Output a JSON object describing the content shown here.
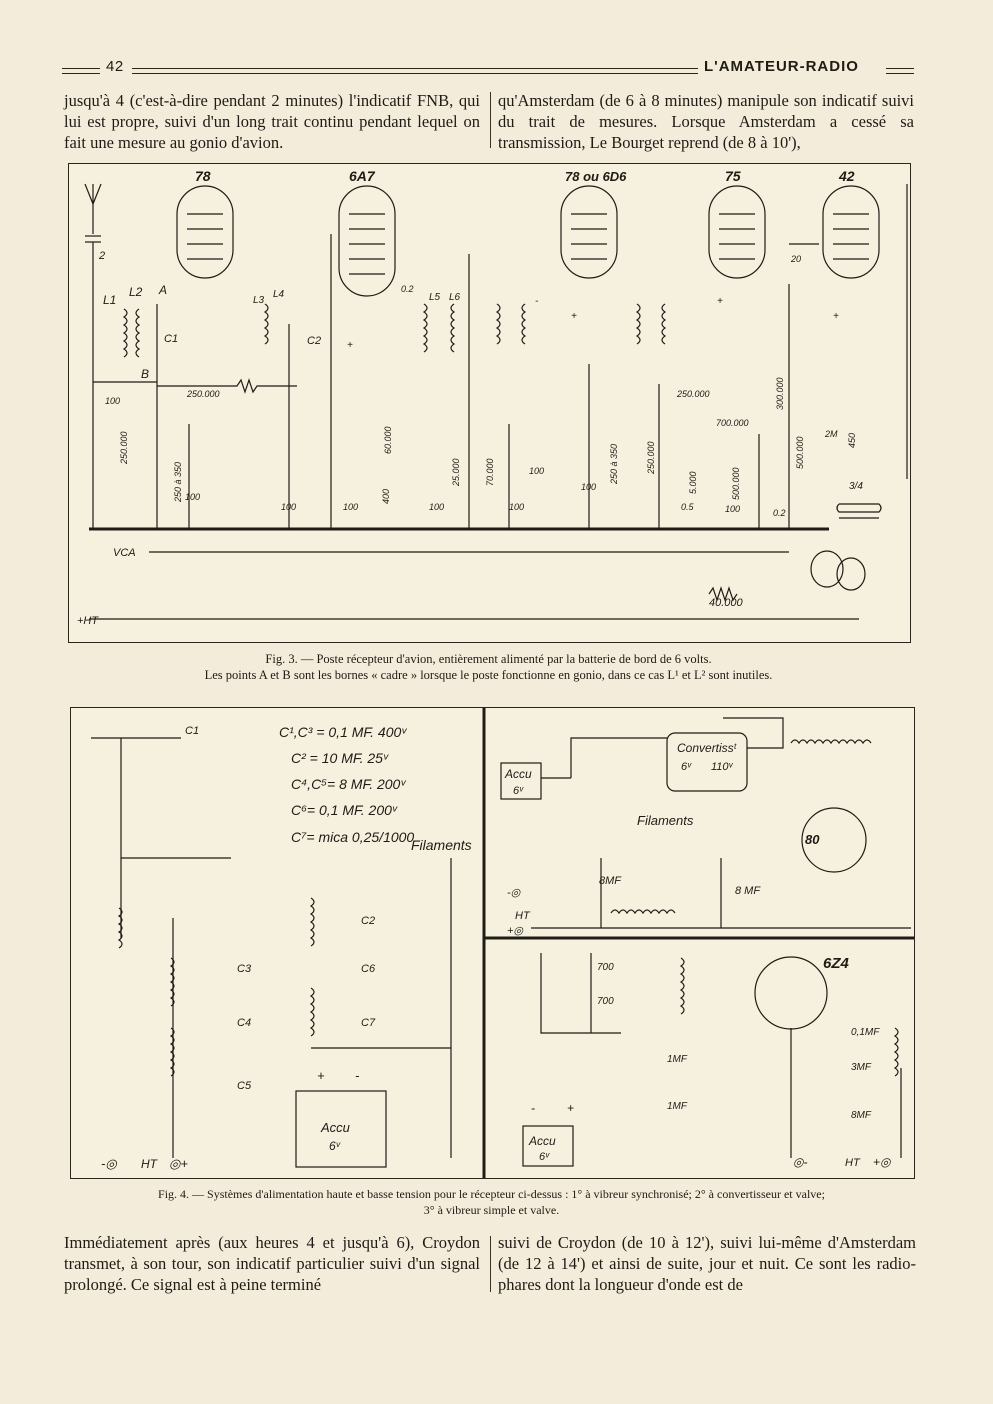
{
  "header": {
    "page_number": "42",
    "publication": "L'AMATEUR-RADIO"
  },
  "top_text": {
    "left": "jusqu'à 4 (c'est-à-dire pendant 2 minutes) l'indicatif FNB, qui lui est propre, suivi d'un long trait continu pendant lequel on fait une mesure au gonio d'avion.",
    "right": "qu'Amsterdam (de 6 à 8 minutes) manipule son indicatif suivi du trait de mesures. Lorsque Amsterdam a cessé sa transmission, Le Bourget reprend (de 8 à 10'),"
  },
  "fig3": {
    "tubes": [
      "78",
      "6A7",
      "78 ou 6D6",
      "75",
      "42"
    ],
    "labels": {
      "L1": "L1",
      "L2": "L2",
      "A": "A",
      "B": "B",
      "C1": "C1",
      "C2": "C2",
      "L3": "L3",
      "L4": "L4",
      "L5": "L5",
      "L6": "L6",
      "v2": "2",
      "v100a": "100",
      "v250000a": "250.000",
      "v250000b": "250.000",
      "v250a350": "250 à 350",
      "v100b": "100",
      "v100c": "100",
      "v60000": "60.000",
      "v400": "400",
      "v100d": "100",
      "v02": "0.2",
      "v25000": "25.000",
      "v100e": "100",
      "v70000": "70.000",
      "v100f": "100",
      "v100g": "100",
      "v250a350b": "250 à 350",
      "v100h": "100",
      "v250000c": "250.000",
      "v250000d": "250.000",
      "v5000": "5.000",
      "v05": "0.5",
      "v700000": "700.000",
      "v500000a": "500.000",
      "v100i": "100",
      "v02b": "0.2",
      "v20": "20",
      "v300000": "300.000",
      "v500000b": "500.000",
      "v2M": "2M",
      "v450": "450",
      "v34": "3/4",
      "VCA": "VCA",
      "HT": "+HT",
      "v40000": "40.000",
      "plus": "+",
      "minus": "-"
    },
    "caption_line1": "Fig. 3. — Poste récepteur d'avion, entièrement alimenté par la batterie de bord de 6 volts.",
    "caption_line2": "Les points A et B sont les bornes « cadre » lorsque le poste fonctionne en gonio, dans ce cas L¹ et L² sont inutiles."
  },
  "fig4": {
    "left": {
      "specs": [
        "C¹,C³ = 0,1 MF. 400ᵛ",
        "C² = 10 MF. 25ᵛ",
        "C⁴,C⁵= 8 MF. 200ᵛ",
        "C⁶= 0,1 MF. 200ᵛ",
        "C⁷= mica 0,25/1000"
      ],
      "filaments": "Filaments",
      "caps": [
        "C1",
        "C2",
        "C3",
        "C4",
        "C5",
        "C6",
        "C7"
      ],
      "accu": [
        "Accu",
        "6ᵛ"
      ],
      "ht_minus": "-◎",
      "ht_label": "HT",
      "ht_plus": "◎+",
      "plus": "+",
      "minus": "-"
    },
    "top_right": {
      "accu": [
        "Accu",
        "6ᵛ"
      ],
      "convertisseur": "Convertissᵗ",
      "v6": "6ᵛ",
      "v110": "110ᵛ",
      "filaments": "Filaments",
      "tube": "80",
      "cap1": "8MF",
      "cap2": "8 MF",
      "ht": "HT",
      "plus": "+◎",
      "minus": "-◎"
    },
    "bottom_right": {
      "tube": "6Z4",
      "r1": "700",
      "r2": "700",
      "c1": "1MF",
      "c2": "1MF",
      "c3": "0,1MF",
      "c4": "3MF",
      "c5": "8MF",
      "accu": [
        "Accu",
        "6ᵛ"
      ],
      "ht_minus": "◎-",
      "ht_label": "HT",
      "ht_plus": "+◎",
      "plus": "+",
      "minus": "-"
    },
    "caption_line1": "Fig. 4. — Systèmes d'alimentation haute et basse tension pour le récepteur ci-dessus : 1° à vibreur synchronisé; 2° à convertisseur et valve;",
    "caption_line2": "3° à vibreur simple et valve."
  },
  "bottom_text": {
    "left": "Immédiatement après (aux heures 4 et jusqu'à 6), Croydon transmet, à son tour, son indicatif particulier suivi d'un signal prolongé. Ce signal est à peine terminé",
    "right": "suivi de Croydon (de 10 à 12'), suivi lui-même d'Amsterdam (de 12 à 14') et ainsi de suite, jour et nuit. Ce sont les radio-phares dont la longueur d'onde est de"
  }
}
